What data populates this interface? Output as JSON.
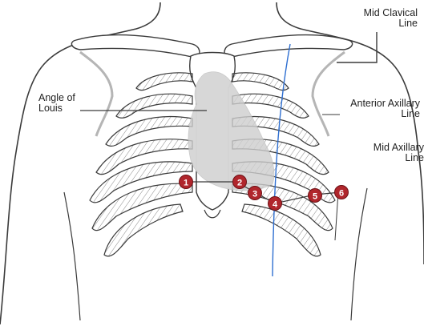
{
  "labels": {
    "mid_clavical": "Mid Clavical\nLine",
    "angle_of_louis": "Angle of\nLouis",
    "anterior_axillary": "Anterior Axillary\nLine",
    "mid_axillary": "Mid Axillary\nLine"
  },
  "electrodes": [
    {
      "label": "1"
    },
    {
      "label": "2"
    },
    {
      "label": "3"
    },
    {
      "label": "4"
    },
    {
      "label": "5"
    },
    {
      "label": "6"
    }
  ],
  "colors": {
    "outline": "#3a3a3a",
    "rib_hatch": "#8a8a8a",
    "heart_fill": "#d6d6d6",
    "electrode_fill": "#b0262c",
    "electrode_text": "#ffffff",
    "mid_clavical_line": "#2e6fd1",
    "background": "#ffffff"
  }
}
